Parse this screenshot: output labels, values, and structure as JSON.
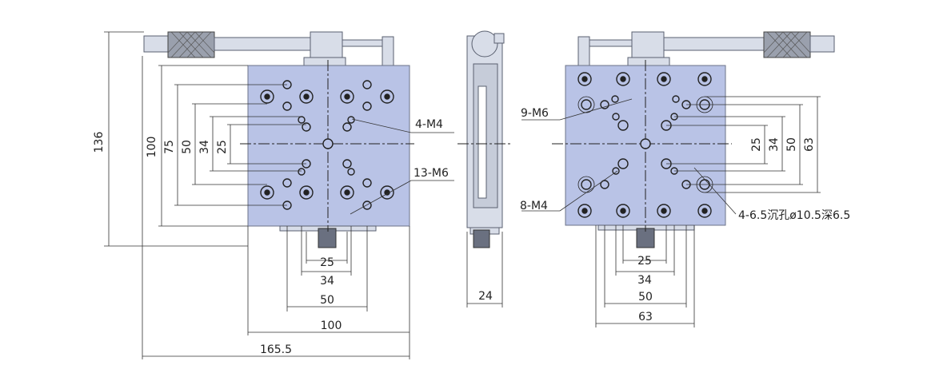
{
  "diagram": {
    "colors": {
      "plate": "#b9c3e6",
      "line": "#222222",
      "metal": "#d8dde8"
    },
    "left_view": {
      "dims_vertical": [
        "136",
        "100",
        "75",
        "50",
        "34",
        "25"
      ],
      "dims_horizontal": [
        "25",
        "34",
        "50",
        "100",
        "165.5"
      ],
      "callouts": [
        "4-M4",
        "13-M6"
      ]
    },
    "side_view": {
      "dims_horizontal": [
        "24"
      ]
    },
    "right_view": {
      "dims_vertical": [
        "25",
        "34",
        "50",
        "63"
      ],
      "dims_horizontal": [
        "25",
        "34",
        "50",
        "63"
      ],
      "callouts": [
        "9-M6",
        "8-M4",
        "4-6.5沉孔ø10.5深6.5"
      ]
    }
  }
}
